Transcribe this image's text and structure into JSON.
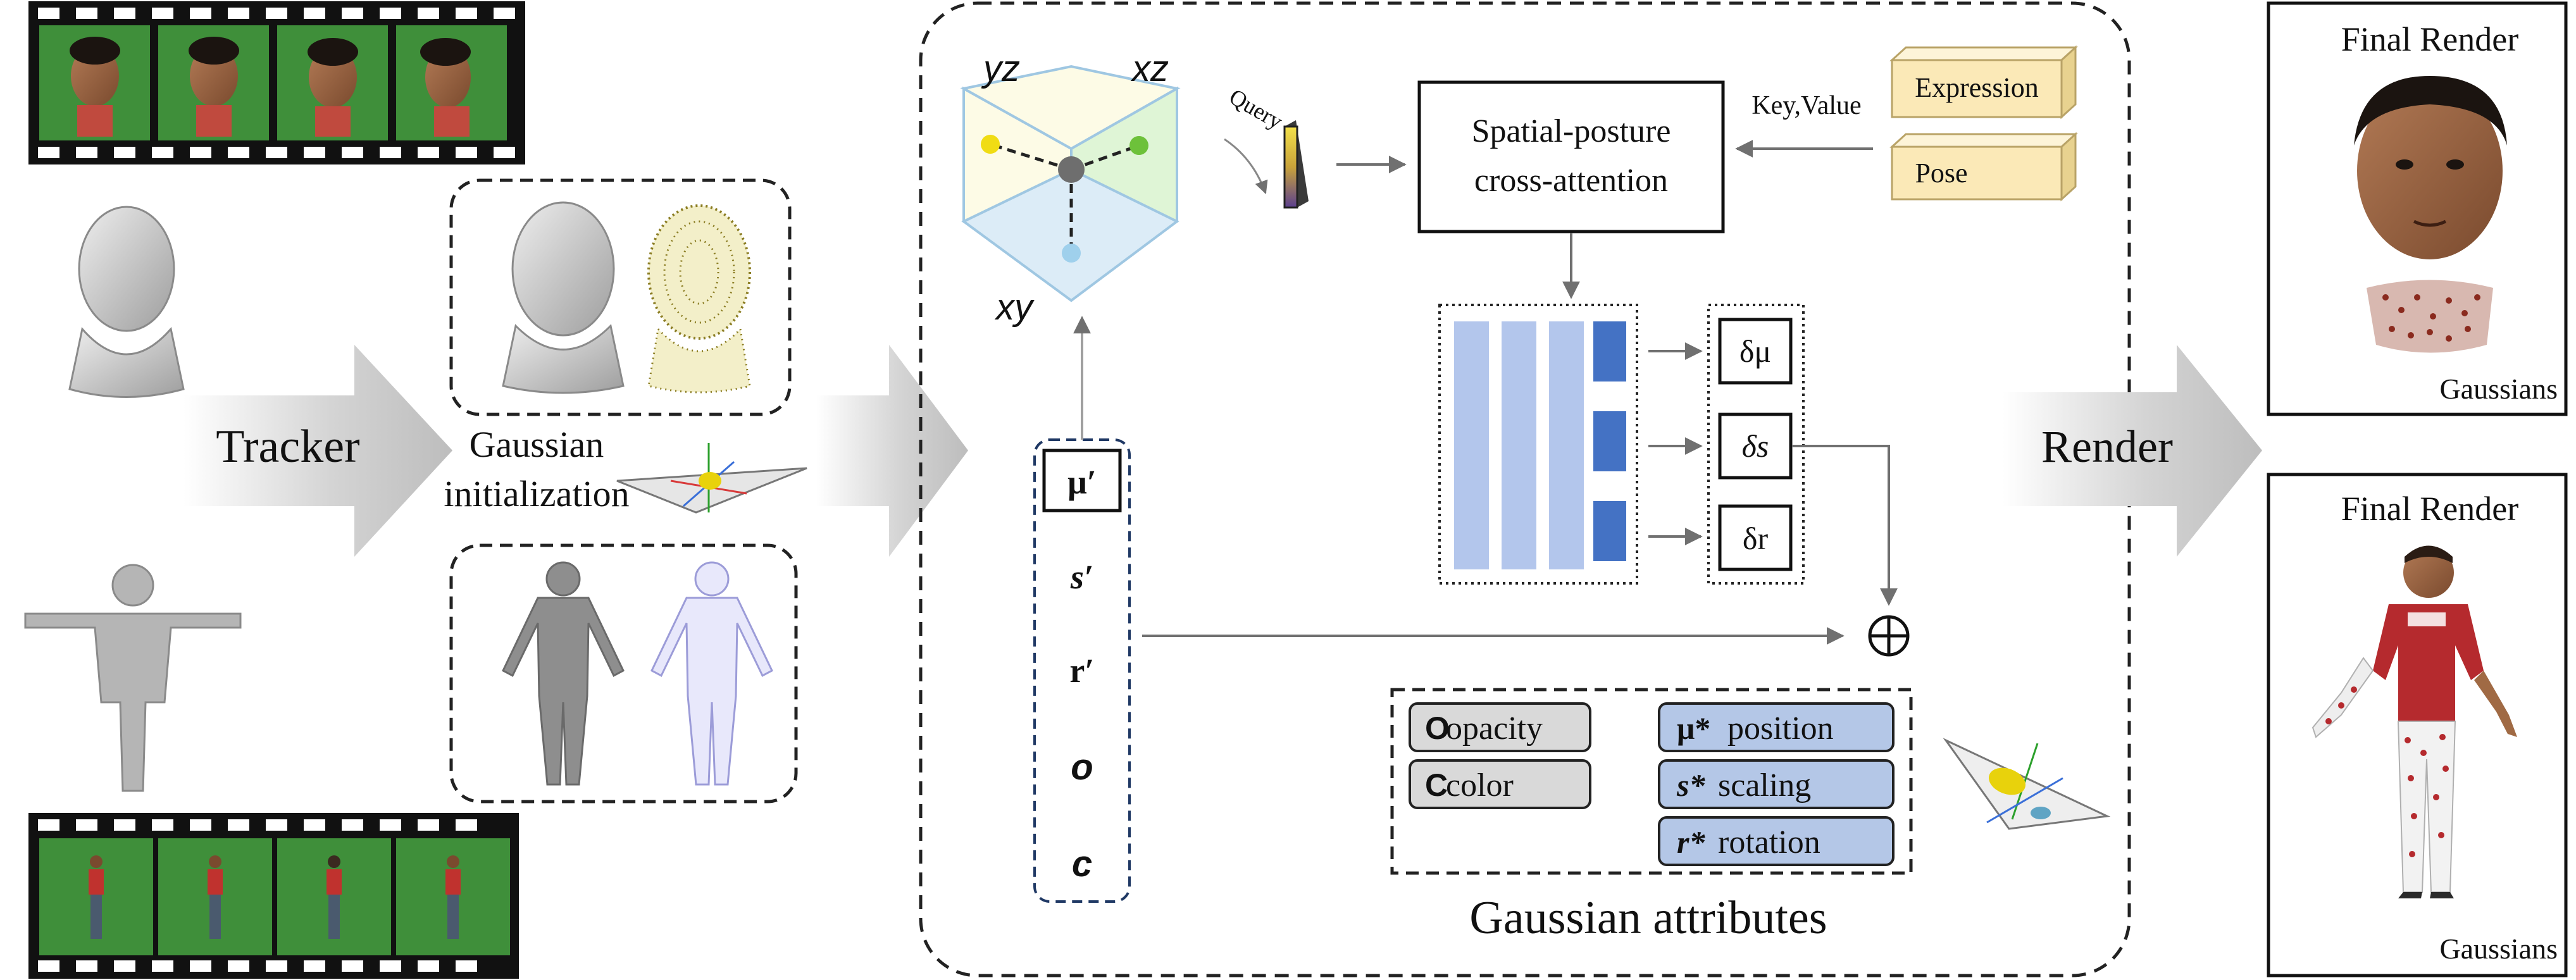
{
  "pipeline": {
    "tracker_label": "Tracker",
    "init_label_line1": "Gaussian",
    "init_label_line2": "initialization",
    "render_label": "Render"
  },
  "triplane": {
    "plane_yz": "yz",
    "plane_xz": "xz",
    "plane_xy": "xy",
    "query_label": "Query"
  },
  "attention": {
    "block_line1": "Spatial-posture",
    "block_line2": "cross-attention",
    "keyvalue_label": "Key,Value",
    "expression_label": "Expression",
    "pose_label": "Pose"
  },
  "deltas": {
    "mu": "δμ",
    "s": "δs",
    "r": "δr"
  },
  "canonical_attrs": {
    "mu": "μ′",
    "s": "s′",
    "r": "r′",
    "o": "o",
    "c": "c"
  },
  "gaussian_attributes": {
    "caption": "Gaussian attributes",
    "opacity_symbol": "O",
    "opacity_label": " opacity",
    "color_symbol": "C",
    "color_label": " color",
    "position_symbol": "μ*",
    "position_label": "position",
    "scaling_symbol": "s*",
    "scaling_label": " scaling",
    "rotation_symbol": "r*",
    "rotation_label": " rotation"
  },
  "outputs": {
    "head_title": "Final Render",
    "head_caption": "Gaussians",
    "body_title": "Final Render",
    "body_caption": "Gaussians"
  },
  "colors": {
    "plane_yellow": "#fdfbe6",
    "plane_green": "#dff5d6",
    "plane_blue": "#dcecf7",
    "cond_box_fill": "#fbe9b7",
    "mlp_bar_light": "#b3c6ec",
    "mlp_bar_dark": "#4472c4",
    "attr_gray": "#d9d9d9",
    "attr_blue": "#b4c7e7",
    "green_screen": "#3f8f3a"
  }
}
